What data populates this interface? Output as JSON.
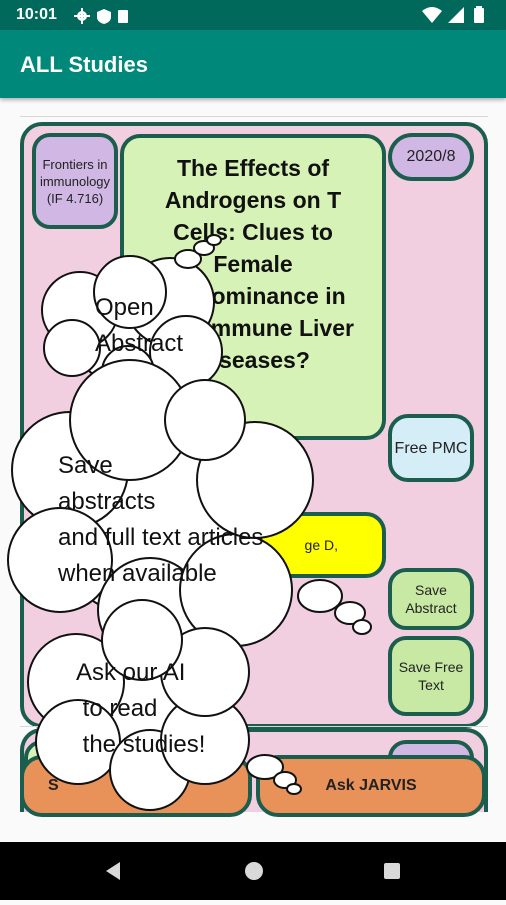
{
  "status_bar": {
    "time": "10:01"
  },
  "app_bar": {
    "title": "ALL Studies"
  },
  "study": {
    "journal": "Frontiers in immunology (IF 4.716)",
    "date": "2020/8",
    "title": "The Effects of Androgens on T Cells: Clues to Female Predominance in Autoimmune Liver Diseases?",
    "free_pmc": "Free PMC",
    "authors": "ge D,",
    "save_abstract": "Save Abstract",
    "save_free_text": "Save Free Text"
  },
  "bottom_buttons": {
    "left": "S",
    "right": "Ask JARVIS"
  },
  "overlays": {
    "cloud_1": "Open\nAbstract",
    "cloud_2": "Save\nabstracts\nand full text articles\nwhen available",
    "cloud_3": "Ask our AI\n to read\n the studies!"
  },
  "colors": {
    "status_bar": "#00695c",
    "app_bar": "#00897b",
    "card_bg": "#f2cfe0",
    "border": "#1c5e4e",
    "journal_bg": "#d1b7e4",
    "title_bg": "#d7f2b6",
    "free_pmc_bg": "#d4edf6",
    "authors_bg": "#ffff00",
    "save_bg": "#c8e9a4",
    "button_bg": "#e8925a"
  }
}
